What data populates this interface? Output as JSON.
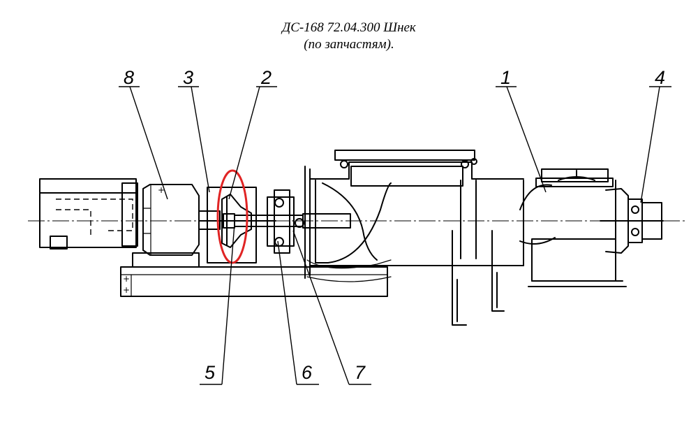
{
  "title": {
    "line1": "ДС-168 72.04.300 Шнек",
    "line2": "(по запчастям)."
  },
  "callouts": [
    {
      "id": "1",
      "label": "1"
    },
    {
      "id": "2",
      "label": "2"
    },
    {
      "id": "3",
      "label": "3"
    },
    {
      "id": "4",
      "label": "4"
    },
    {
      "id": "5",
      "label": "5"
    },
    {
      "id": "6",
      "label": "6"
    },
    {
      "id": "7",
      "label": "7"
    },
    {
      "id": "8",
      "label": "8"
    }
  ],
  "highlight_color": "#e02424",
  "line_color": "#000000"
}
